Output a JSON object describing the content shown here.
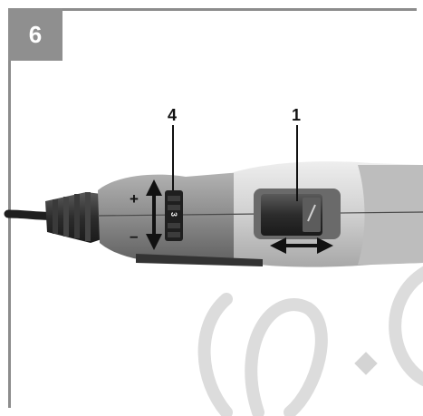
{
  "figure": {
    "number": "6"
  },
  "callouts": {
    "dial": "4",
    "switch": "1"
  },
  "dial": {
    "plus": "+",
    "minus": "–",
    "marking": "3"
  },
  "colors": {
    "frame": "#8c8c8c",
    "badge": "#8f8f8f",
    "tool_body": "#8d8d8d",
    "tool_light": "#d2d2d2",
    "watermark": "#dcdcdc"
  }
}
